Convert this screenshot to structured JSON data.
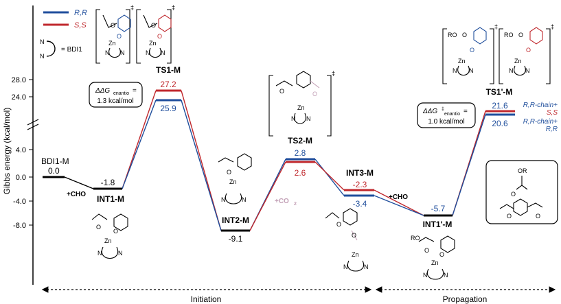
{
  "legend": {
    "rr": {
      "label": "R,R",
      "color": "#1f4e9c"
    },
    "ss": {
      "label": "S,S",
      "color": "#c0282d"
    },
    "ligand": "= BDI1"
  },
  "axis": {
    "label": "Gibbs energy (kcal/mol)",
    "ticks": [
      "28.0",
      "24.0",
      "4.0",
      "0.0",
      "-4.0",
      "-8.0"
    ]
  },
  "states": {
    "bdi1m": {
      "label": "BDI1-M",
      "value": "0.0"
    },
    "int1": {
      "label": "INT1-M",
      "value": "-1.8"
    },
    "ts1": {
      "label": "TS1-M",
      "value_ss": "27.2",
      "value_rr": "25.9"
    },
    "int2": {
      "label": "INT2-M",
      "value": "-9.1"
    },
    "ts2": {
      "label": "TS2-M",
      "value_rr": "2.8",
      "value_ss": "2.6"
    },
    "int3": {
      "label": "INT3-M",
      "value_ss": "-2.3",
      "value_rr": "-3.4"
    },
    "int1p": {
      "label": "INT1'-M",
      "value": "-5.7"
    },
    "ts1p": {
      "label": "TS1'-M",
      "value_ss": "21.6",
      "value_rr": "20.6",
      "desc_ss_1": "R,R-chain+",
      "desc_ss_2": "S,S",
      "desc_rr_1": "R,R-chain+",
      "desc_rr_2": "R,R"
    }
  },
  "annotations": {
    "plus_cho_1": "+CHO",
    "plus_cho_2": "+CHO",
    "plus_co2": "+CO",
    "plus_co2_sub": "2",
    "ddg1_main": "ΔΔG",
    "ddg1_sub": "enantio",
    "ddg1_eq": "=",
    "ddg1_value": "1.3 kcal/mol",
    "ddg2_main": "ΔΔG",
    "ddg2_sup": "‡",
    "ddg2_sub": "enantio",
    "ddg2_eq": "=",
    "ddg2_value": "1.0 kcal/mol"
  },
  "phases": {
    "initiation": "Initiation",
    "propagation": "Propagation"
  },
  "struct_text": {
    "zn": "Zn",
    "o": "O",
    "n": "N",
    "ro": "RO",
    "or": "OR",
    "ddagger": "‡",
    "r_mark": "R",
    "s_mark": "S"
  }
}
